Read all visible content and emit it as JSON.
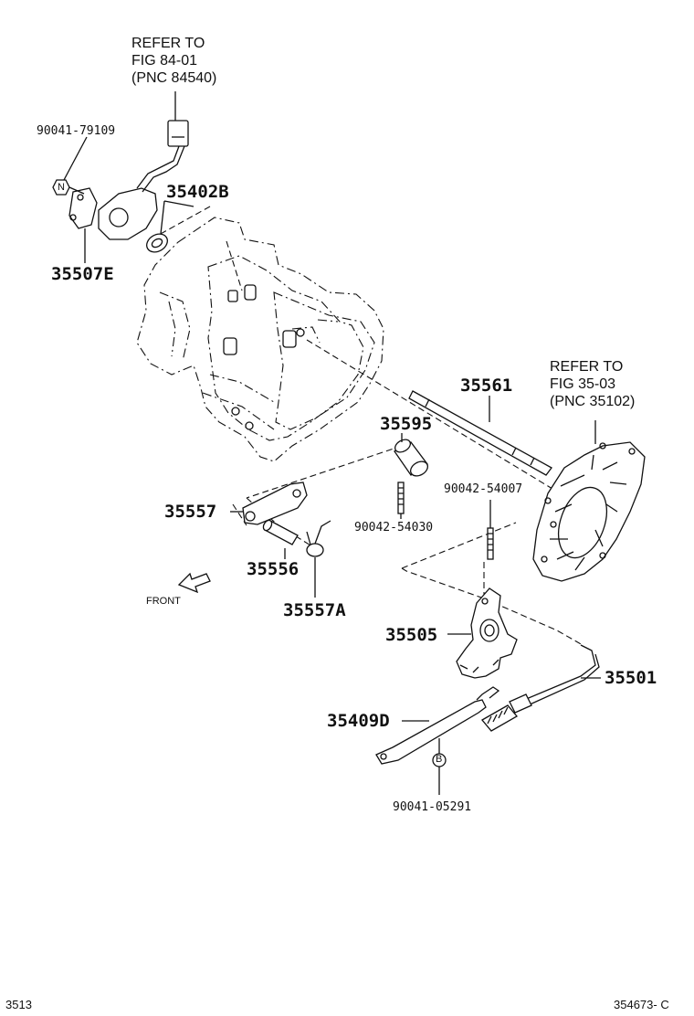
{
  "refers": {
    "top": [
      "REFER TO",
      "FIG 84-01",
      "(PNC 84540)"
    ],
    "right": [
      "REFER TO",
      "FIG 35-03",
      "(PNC 35102)"
    ]
  },
  "parts": {
    "p90041_79109": "90041-79109",
    "p35402B": "35402B",
    "p35507E": "35507E",
    "p35561": "35561",
    "p35595": "35595",
    "p90042_54030": "90042-54030",
    "p90042_54007": "90042-54007",
    "p35557": "35557",
    "p35556": "35556",
    "p35557A": "35557A",
    "p35505": "35505",
    "p35501": "35501",
    "p35409D": "35409D",
    "p90041_05291": "90041-05291"
  },
  "markers": {
    "n": "N",
    "b": "B"
  },
  "front_label": "FRONT",
  "footer": {
    "left": "3513",
    "right": "354673- C"
  }
}
